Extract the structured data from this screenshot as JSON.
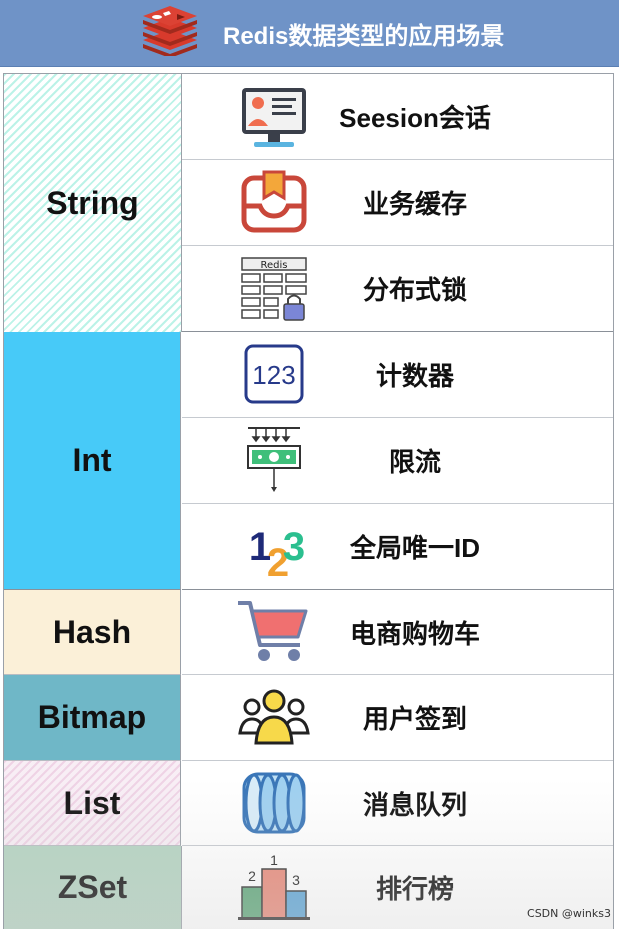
{
  "header": {
    "title": "Redis数据类型的应用场景",
    "logo_icon": "redis-logo-icon",
    "background": "#6f93c7"
  },
  "categories": [
    {
      "name": "String",
      "color": "#58e0c4",
      "scenarios": [
        {
          "label": "Seesion会话",
          "icon": "session-monitor-icon"
        },
        {
          "label": "业务缓存",
          "icon": "cache-inbox-icon"
        },
        {
          "label": "分布式锁",
          "icon": "lock-grid-icon",
          "icon_text": "Redis"
        }
      ]
    },
    {
      "name": "Int",
      "color": "#47caf8",
      "scenarios": [
        {
          "label": "计数器",
          "icon": "counter-123-icon",
          "icon_text": "123"
        },
        {
          "label": "限流",
          "icon": "rate-limit-icon"
        },
        {
          "label": "全局唯一ID",
          "icon": "unique-id-icon",
          "icon_text": "123"
        }
      ]
    },
    {
      "name": "Hash",
      "color": "#fbf0d8",
      "scenarios": [
        {
          "label": "电商购物车",
          "icon": "shopping-cart-icon"
        }
      ]
    },
    {
      "name": "Bitmap",
      "color": "#6fb7c7",
      "scenarios": [
        {
          "label": "用户签到",
          "icon": "users-icon"
        }
      ]
    },
    {
      "name": "List",
      "color": "#f8eef5",
      "scenarios": [
        {
          "label": "消息队列",
          "icon": "queue-cylinders-icon"
        }
      ]
    },
    {
      "name": "ZSet",
      "color": "#b4d3c1",
      "scenarios": [
        {
          "label": "排行榜",
          "icon": "podium-icon",
          "icon_text": [
            "1",
            "2",
            "3"
          ]
        }
      ]
    }
  ],
  "watermark": "CSDN @winks3"
}
